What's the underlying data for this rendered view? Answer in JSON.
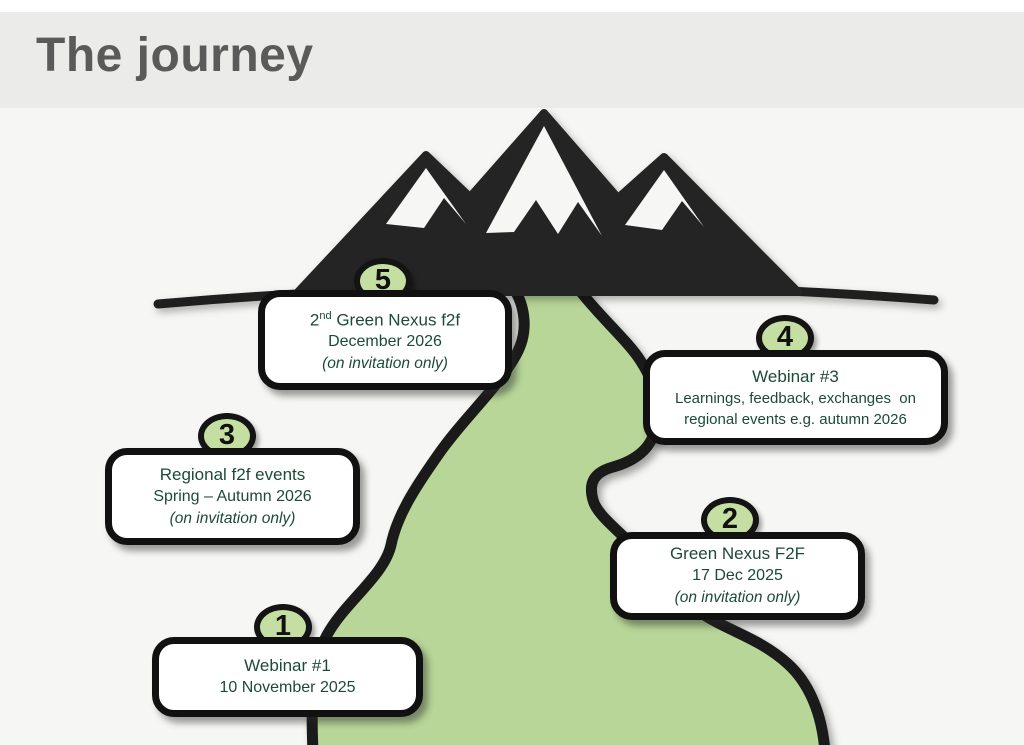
{
  "slide": {
    "title": "The journey"
  },
  "colors": {
    "header_bg": "#ebebea",
    "body_bg": "#f6f6f4",
    "title_text": "#5a5a5a",
    "box_text": "#1d4a38",
    "path_green": "#b8d698",
    "badge_green": "#c5dfa3",
    "ink": "#1c1c1c"
  },
  "graphics": {
    "mountain_icon": "mountain-with-snowcaps",
    "path_icon": "winding-trail-to-summit",
    "horizon_icon": "horizon-line"
  },
  "milestones": [
    {
      "number": "1",
      "title": "Webinar #1",
      "date": "10 November 2025"
    },
    {
      "number": "2",
      "title": "Green Nexus F2F",
      "date": "17 Dec 2025",
      "note": "(on invitation only)"
    },
    {
      "number": "3",
      "title": "Regional f2f events",
      "date": "Spring – Autumn 2026",
      "note": "(on invitation only)"
    },
    {
      "number": "4",
      "title": "Webinar #3",
      "desc_line1": "Learnings, feedback, exchanges  on",
      "desc_line2": "regional events e.g. autumn 2026"
    },
    {
      "number": "5",
      "title_base": "2",
      "title_sup": "nd",
      "title_rest": " Green Nexus f2f",
      "date": "December 2026",
      "note": "(on invitation only)"
    }
  ]
}
